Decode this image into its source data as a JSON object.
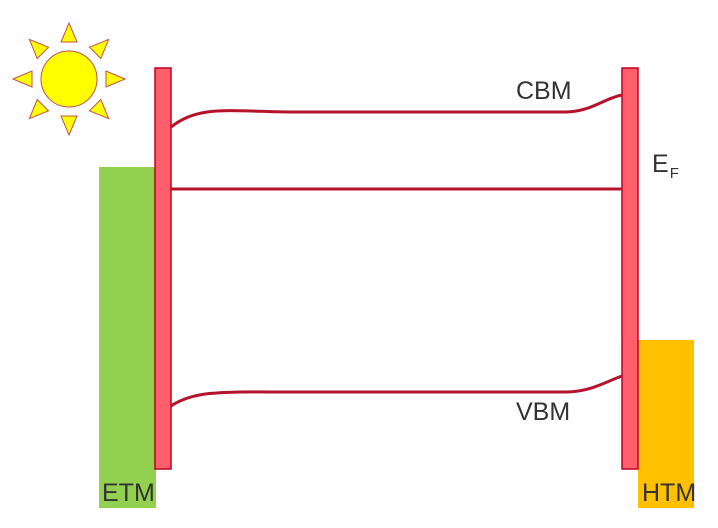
{
  "labels": {
    "cbm": "CBM",
    "vbm": "VBM",
    "etm": "ETM",
    "htm": "HTM",
    "fermi_main": "E",
    "fermi_sub": "F"
  },
  "icons": {
    "sun": "sun-icon"
  },
  "colors": {
    "etm_layer": "#92d050",
    "htm_layer": "#ffc000",
    "interface_bar": "#ff5e6c",
    "interface_bar_border": "#c00020",
    "band_line": "#b5132b",
    "sun_fill": "#ffff00",
    "sun_stroke": "#c0504d",
    "label_text": "#333333"
  }
}
